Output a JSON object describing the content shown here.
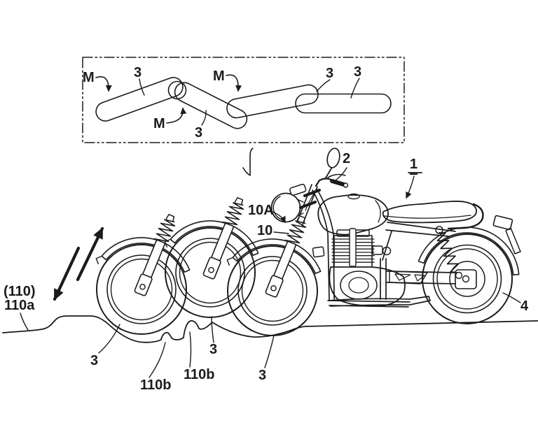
{
  "figure": {
    "type": "patent-line-drawing",
    "subject": "motorcycle with front wheel shown in multiple positions over road bumps, and inset of pivoting track segments",
    "colors": {
      "ink": "#1b1b1b",
      "background": "#ffffff"
    }
  },
  "labels": {
    "m1": {
      "text": "M"
    },
    "m2": {
      "text": "M"
    },
    "m3": {
      "text": "M"
    },
    "seg3_a": {
      "text": "3"
    },
    "seg3_b": {
      "text": "3"
    },
    "seg3_c": {
      "text": "3"
    },
    "seg3_d": {
      "text": "3"
    },
    "ref2": {
      "text": "2"
    },
    "ref1": {
      "text": "1"
    },
    "ref10A": {
      "text": "10A"
    },
    "ref10": {
      "text": "10"
    },
    "ref4": {
      "text": "4"
    },
    "ref110": {
      "text": "(110)"
    },
    "ref110a": {
      "text": "110a"
    },
    "wheel3_a": {
      "text": "3"
    },
    "bump110b_a": {
      "text": "110b"
    },
    "bump110b_b": {
      "text": "110b"
    },
    "wheel3_b": {
      "text": "3"
    },
    "wheel3_c": {
      "text": "3"
    }
  }
}
